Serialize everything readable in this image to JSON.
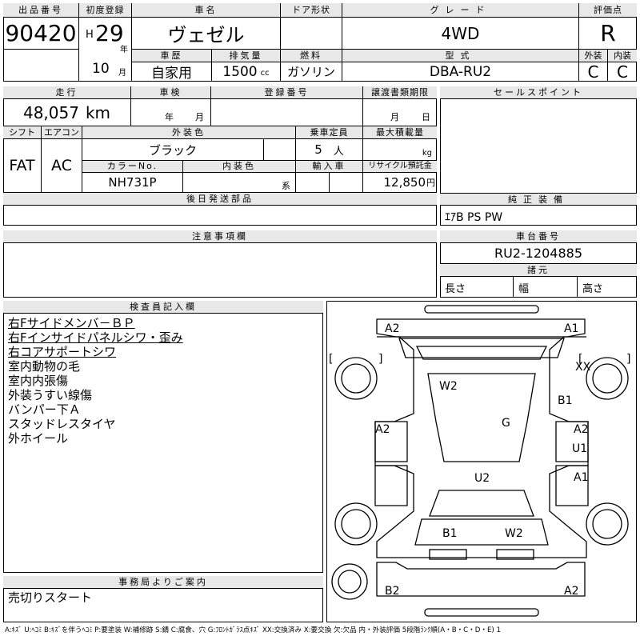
{
  "header": {
    "lot_label": "出品番号",
    "lot": "90420",
    "reg_label": "初度登録",
    "era": "H",
    "year": "29",
    "year_unit": "年",
    "month": "10",
    "month_unit": "月",
    "name_label": "車名",
    "name": "ヴェゼル",
    "door_label": "ドア形状",
    "door": "",
    "grade_label": "グレード",
    "grade": "4WD",
    "score_label": "評価点",
    "score": "R",
    "history_label": "車歴",
    "history": "自家用",
    "disp_label": "排気量",
    "disp": "1500",
    "disp_unit": "cc",
    "fuel_label": "燃料",
    "fuel": "ガソリン",
    "model_label": "型式",
    "model": "DBA-RU2",
    "ext_label": "外装",
    "ext": "C",
    "int_label": "内装",
    "int": "C"
  },
  "row2": {
    "mileage_label": "走行",
    "mileage": "48,057",
    "mileage_unit": "km",
    "inspect_label": "車検",
    "inspect_year": "年",
    "inspect_month": "月",
    "regno_label": "登録番号",
    "regno": "",
    "transfer_label": "譲渡書類期限",
    "transfer_month": "月",
    "transfer_day": "日",
    "sales_label": "セールスポイント",
    "sales": ""
  },
  "row3": {
    "shift_label": "シフト",
    "shift": "FAT",
    "ac_label": "エアコン",
    "ac": "AC",
    "color_label": "外装色",
    "color": "ブラック",
    "seats_label": "乗車定員",
    "seats": "5",
    "seats_unit": "人",
    "load_label": "最大積載量",
    "load_unit": "kg",
    "colorno_label": "カラーNo.",
    "colorno": "NH731P",
    "intcolor_label": "内装色",
    "intcolor_unit": "系",
    "import_label": "輸入車",
    "recycle_label": "リサイクル預託金",
    "recycle": "12,850",
    "recycle_unit": "円"
  },
  "later_parts_label": "後日発送部品",
  "genuine_label": "純正装備",
  "genuine": "ｴｱB PS PW",
  "notes_label": "注意事項欄",
  "chassis_label": "車台番号",
  "chassis": "RU2-1204885",
  "dims_label": "諸元",
  "len_label": "長さ",
  "wid_label": "幅",
  "hgt_label": "高さ",
  "inspector_label": "検査員記入欄",
  "inspector_lines": [
    "右Fサイドメンバ－ＢＰ",
    "右Fインサイドパネルシワ・歪み",
    "右コアサポートシワ",
    "室内動物の毛",
    "室内内張傷",
    "外装うすい線傷",
    "バンパー下Ａ",
    "スタッドレスタイヤ",
    "外ホイール"
  ],
  "office_label": "事務局よりご案内",
  "office_note": "売切りスタート",
  "diagram": {
    "marks": [
      "A2",
      "A1",
      "XX",
      "W2",
      "B1",
      "G",
      "A2",
      "U1",
      "A2",
      "A1",
      "U2",
      "B1",
      "W2",
      "B2",
      "A2"
    ],
    "brackets": [
      "[",
      "]",
      "[",
      "]"
    ]
  },
  "legend": "A:ｷｽﾞ U:ﾍｺﾐ B:ｷｽﾞを伴うﾍｺﾐ P:要塗装 W:補修跡 S:錆 C:腐食、穴 G:ﾌﾛﾝﾄｶﾞﾗｽ点ｷｽﾞ XX:交換済み X:要交換 欠:欠品 内・外装評価 5段階ﾗﾝｸ順(A・B・C・D・E) 1"
}
